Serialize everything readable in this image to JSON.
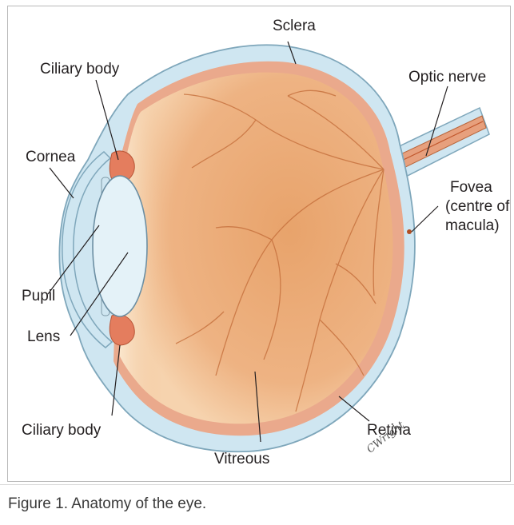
{
  "figure": {
    "labels": {
      "sclera": "Sclera",
      "ciliary_body_top": "Ciliary body",
      "optic_nerve": "Optic nerve",
      "cornea": "Cornea",
      "fovea_line1": "Fovea",
      "fovea_line2": "(centre of",
      "fovea_line3": "macula)",
      "pupil": "Pupil",
      "lens": "Lens",
      "ciliary_body_bottom": "Ciliary body",
      "retina": "Retina",
      "vitreous": "Vitreous"
    },
    "signature": "CWright"
  },
  "caption": "Figure 1. Anatomy of the eye.",
  "colors": {
    "sclera": "#cfe6f1",
    "sclera_edge": "#7fa7bb",
    "choroid": "#e9a68a",
    "vitreous_light": "#f6d6b2",
    "vitreous_dark": "#e49a5e",
    "vessel": "#c8703a",
    "lens": "#e4f2f8",
    "ciliary": "#e58060"
  }
}
